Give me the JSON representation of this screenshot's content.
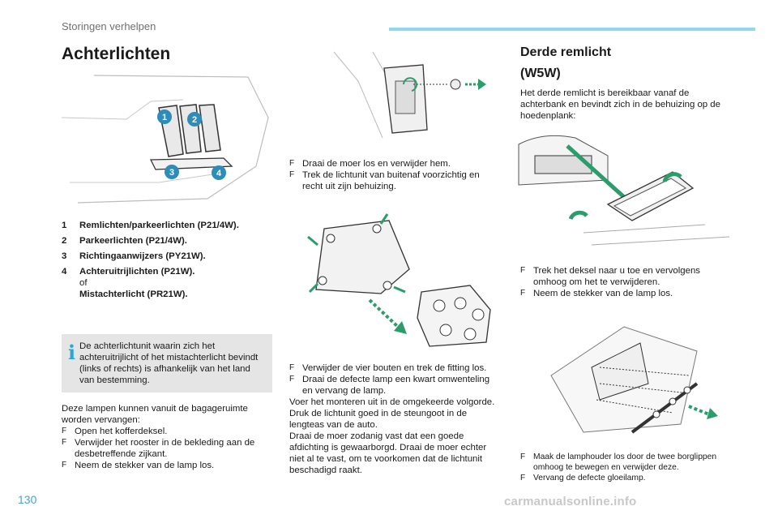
{
  "header": {
    "title": "Storingen verhelpen"
  },
  "page_number": "130",
  "watermark": "carmanualsonline.info",
  "achterlichten": {
    "title": "Achterlichten",
    "callouts": [
      "1",
      "2",
      "3",
      "4"
    ],
    "legend": [
      {
        "num": "1",
        "text": "Remlichten/parkeerlichten (P21/4W)."
      },
      {
        "num": "2",
        "text": "Parkeerlichten (P21/4W)."
      },
      {
        "num": "3",
        "text": "Richtingaanwijzers (PY21W)."
      },
      {
        "num": "4",
        "text": "Achteruitrijlichten (P21W).",
        "line2": "of",
        "line3": "Mistachterlicht (PR21W)."
      }
    ],
    "info": "De achterlichtunit waarin zich het achteruitrijlicht of het mistachterlicht bevindt (links of rechts) is afhankelijk van het land van bestemming.",
    "intro": "Deze lampen kunnen vanuit de bagageruimte worden vervangen:",
    "steps": [
      "Open het kofferdeksel.",
      "Verwijder het rooster in de bekleding aan de desbetreffende zijkant.",
      "Neem de stekker van de lamp los."
    ]
  },
  "middle": {
    "steps_a": [
      "Draai de moer los en verwijder hem.",
      "Trek de lichtunit van buitenaf voorzichtig en recht uit zijn behuizing."
    ],
    "steps_b": [
      "Verwijder de vier bouten en trek de fitting los.",
      "Draai de defecte lamp een kwart omwenteling en vervang de lamp."
    ],
    "para": [
      "Voer het monteren uit in de omgekeerde volgorde.",
      "Druk de lichtunit goed in de steungoot in de lengteas van de auto.",
      "Draai de moer zodanig vast dat een goede afdichting is gewaarborgd. Draai de moer echter niet al te vast, om te voorkomen dat de lichtunit beschadigd raakt."
    ]
  },
  "derde": {
    "title": "Derde remlicht",
    "subtitle": "(W5W)",
    "intro": "Het derde remlicht is bereikbaar vanaf de achterbank en bevindt zich in de behuizing op de hoedenplank:",
    "steps_a": [
      "Trek het deksel naar u toe en vervolgens omhoog om het te verwijderen.",
      "Neem de stekker van de lamp los."
    ],
    "steps_b": [
      "Maak de lamphouder los door de twee borglippen omhoog te bewegen en verwijder deze.",
      "Vervang de defecte gloeilamp."
    ]
  },
  "bullet_char": "F",
  "colors": {
    "accent": "#29a8d6",
    "callout": "#2e8cb8",
    "arrow": "#2a9d6a"
  }
}
